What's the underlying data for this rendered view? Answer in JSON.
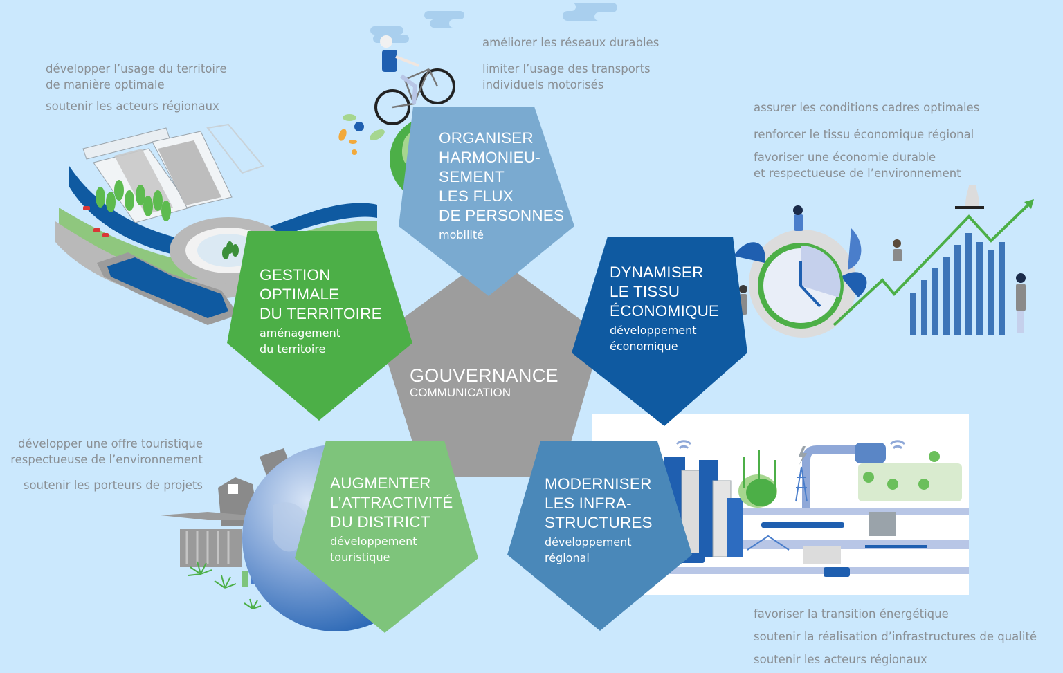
{
  "colors": {
    "background": "#cbe8fd",
    "center": "#9d9d9d",
    "mobility": "#7aaad0",
    "territory": "#4caf47",
    "economy": "#0f5aa1",
    "tourism": "#7ec47b",
    "infrastructure": "#4a88b9",
    "goal_text": "#8a8f94"
  },
  "center": {
    "title": "GOUVERNANCE",
    "subtitle": "COMMUNICATION"
  },
  "pillars": [
    {
      "id": "mobility",
      "title": "ORGANISER\nHARMONIEU-\nSEMENT\nLES FLUX\nDE PERSONNES",
      "subtitle": "mobilité",
      "illustration": "cyclist-on-globe",
      "goals": [
        "améliorer les réseaux durables",
        "limiter l’usage des transports\nindividuels motorisés"
      ]
    },
    {
      "id": "territory",
      "title": "GESTION\nOPTIMALE\nDU TERRITOIRE",
      "subtitle": "aménagement\ndu territoire",
      "illustration": "roundabout-urban-plan",
      "goals": [
        "développer l’usage du territoire\nde manière optimale",
        "soutenir les acteurs régionaux"
      ]
    },
    {
      "id": "economy",
      "title": "DYNAMISER\nLE TISSU\nÉCONOMIQUE",
      "subtitle": "développement\néconomique",
      "illustration": "clock-and-growth-chart",
      "goals": [
        "assurer les conditions cadres optimales",
        "renforcer le tissu économique régional",
        "favoriser une économie durable\net respectueuse de l’environnement"
      ]
    },
    {
      "id": "tourism",
      "title": "AUGMENTER\nL’ATTRACTIVITÉ\nDU DISTRICT",
      "subtitle": "développement\ntouristique",
      "illustration": "globe-with-landmarks",
      "goals": [
        "développer une offre touristique\nrespectueuse de l’environnement",
        "soutenir les porteurs de projets"
      ]
    },
    {
      "id": "infrastructure",
      "title": "MODERNISER\nLES INFRA-\nSTRUCTURES",
      "subtitle": "développement\nrégional",
      "illustration": "smart-city",
      "goals": [
        "favoriser la transition énergétique",
        "soutenir la réalisation d’infrastructures de qualité",
        "soutenir les acteurs régionaux"
      ]
    }
  ]
}
